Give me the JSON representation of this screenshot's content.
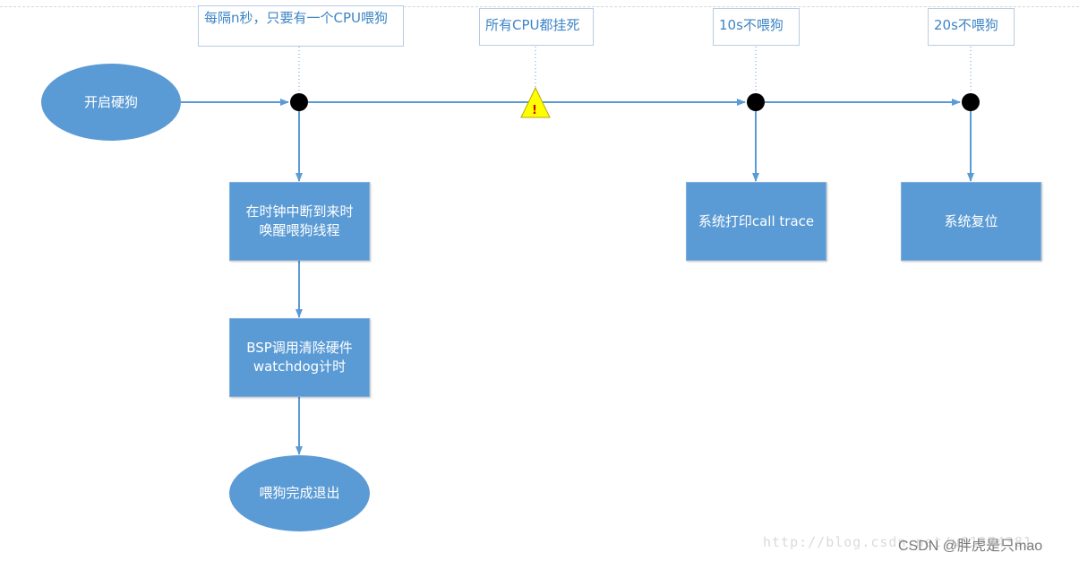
{
  "callouts": {
    "interval_feed": "每隔n秒，只要有一个CPU喂狗",
    "all_cpu_hang": "所有CPU都挂死",
    "no_feed_10s": "10s不喂狗",
    "no_feed_20s": "20s不喂狗"
  },
  "nodes": {
    "start": "开启硬狗",
    "wake_thread": "在时钟中断到来时\n唤醒喂狗线程",
    "bsp_clear": "BSP调用清除硬件\nwatchdog计时",
    "feed_done": "喂狗完成退出",
    "print_trace": "系统打印call trace",
    "system_reset": "系统复位"
  },
  "warning_symbol": "!",
  "watermark": {
    "url": "http://blog.csdn.net/u01374381",
    "credit": "CSDN @胖虎是只mao"
  },
  "colors": {
    "shape_fill": "#5b9bd5",
    "connector": "#5b9bd5",
    "callout_text": "#3d85c6",
    "callout_border": "#b7cde3",
    "event_dot": "#000000",
    "warning_fill": "#ffff00"
  }
}
